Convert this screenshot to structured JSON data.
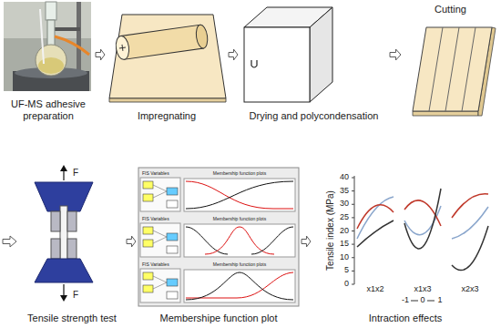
{
  "diagram": {
    "nodes": [
      {
        "text": [
          "UF-MS adhesive preparation"
        ]
      },
      {
        "text": [
          "Impregnating"
        ]
      },
      {
        "text": [
          "Drying and polycondensation"
        ]
      },
      {
        "text": [
          "Cutting"
        ]
      },
      {
        "text": [
          "Tensile strength test"
        ]
      },
      {
        "text": [
          "Membershipe function plot"
        ]
      },
      {
        "text": [
          "Intraction effects"
        ]
      }
    ],
    "edges": [
      {
        "from": 0,
        "to": 1,
        "arrow": "to"
      },
      {
        "from": 1,
        "to": 2,
        "arrow": "to"
      },
      {
        "from": 2,
        "to": 3,
        "arrow": "to"
      },
      {
        "from": 4,
        "to": 5,
        "arrow": "to"
      },
      {
        "from": 5,
        "to": 6,
        "arrow": "to"
      }
    ],
    "labels": [
      "FIS Variables",
      "FIS Variables",
      "FIS Variables",
      "Membership function plots",
      "Membership function plots",
      "Membership function plots",
      "F",
      "F",
      "Tensile index (MPa)",
      "0",
      "5",
      "10",
      "15",
      "20",
      "25",
      "30",
      "35",
      "40",
      "x1x2",
      "x1x3",
      "x2x3",
      "-1",
      "0",
      "1"
    ]
  }
}
